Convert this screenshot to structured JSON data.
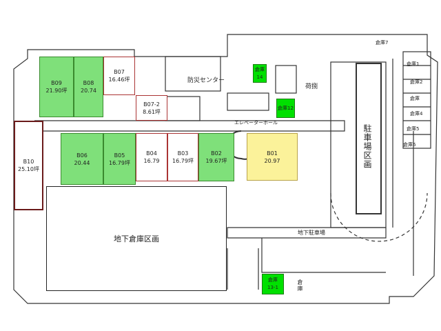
{
  "tenants": [
    {
      "id": "B09",
      "area": "21.90坪",
      "status": "available"
    },
    {
      "id": "B08",
      "area": "20.74",
      "status": "available"
    },
    {
      "id": "B07",
      "area": "16.46坪",
      "status": "occupied"
    },
    {
      "id": "B07-2",
      "area": "8.61坪",
      "status": "occupied"
    },
    {
      "id": "B06",
      "area": "20.44",
      "status": "available"
    },
    {
      "id": "B05",
      "area": "16.79坪",
      "status": "available"
    },
    {
      "id": "B04",
      "area": "16.79",
      "status": "occupied"
    },
    {
      "id": "B03",
      "area": "16.79坪",
      "status": "occupied"
    },
    {
      "id": "B02",
      "area": "19.67坪",
      "status": "available"
    },
    {
      "id": "B01",
      "area": "20.97",
      "status": "highlighted"
    },
    {
      "id": "B10",
      "area": "25.10坪",
      "status": "occupied"
    }
  ],
  "areas": {
    "disaster_center": "防災センター",
    "loading": "荷捌",
    "elevator_hall": "エレベーターホール",
    "basement_storage": "地下倉庫区画",
    "parking_section": "駐車場区画",
    "basement_parking": "地下駐車場"
  },
  "storage": {
    "s14": "倉庫14",
    "s12": "倉庫12",
    "s7": "倉庫7",
    "s1": "倉庫1",
    "s2": "倉庫2",
    "s3": "倉庫",
    "s4": "倉庫4",
    "s5": "倉庫5",
    "s6": "倉庫6",
    "s13_1a": "倉庫",
    "s13_1b": "13-1",
    "s_small": "倉庫"
  },
  "colors": {
    "available": "#7fe07a",
    "storage": "#00e000",
    "highlighted": "#fbf29a",
    "tenant_border": "#a33333"
  }
}
